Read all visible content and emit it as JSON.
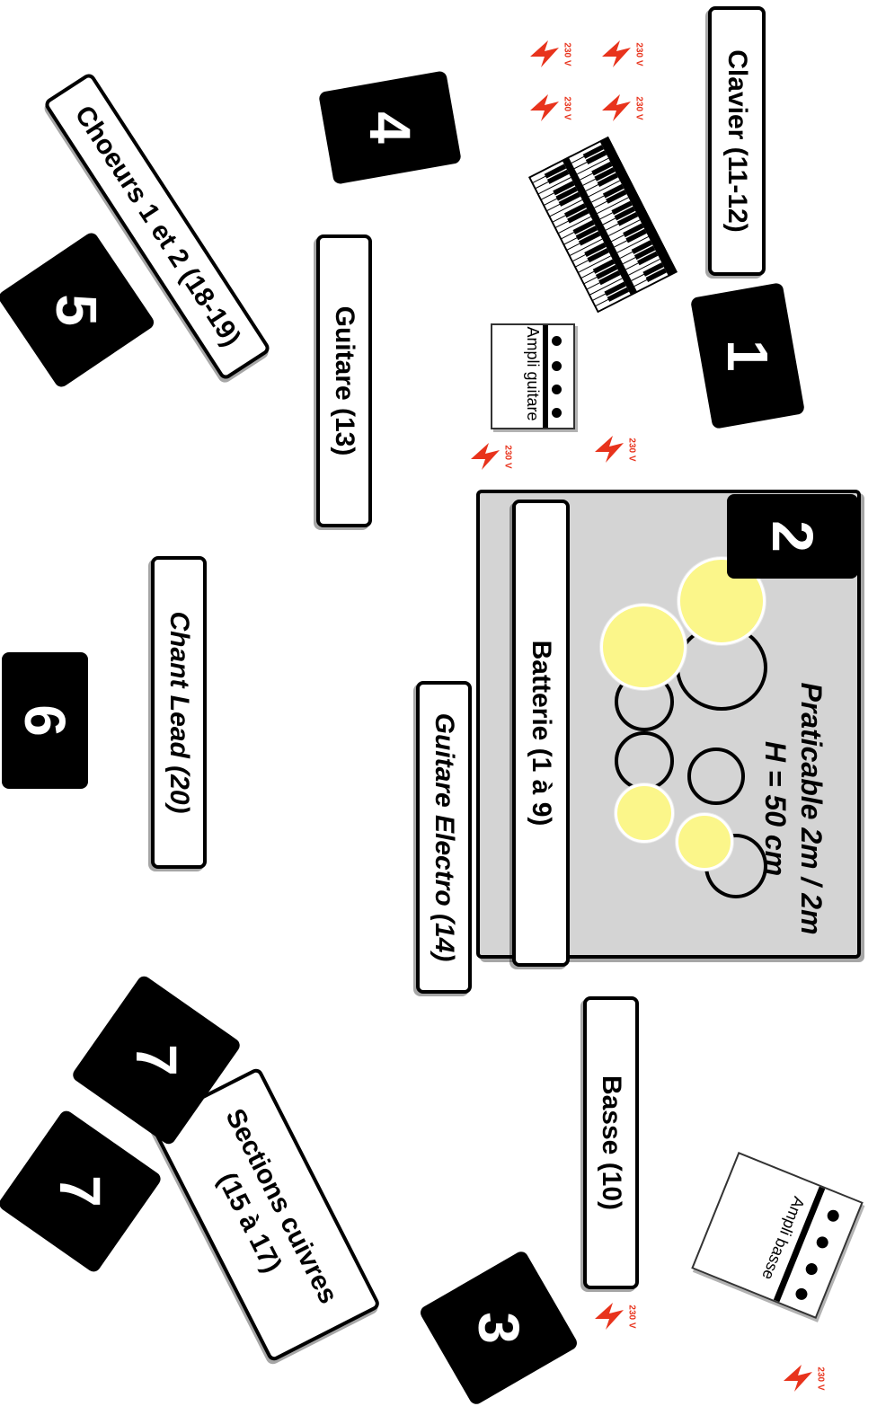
{
  "labels": {
    "clavier": "Clavier (11-12)",
    "choeurs": "Choeurs 1 et 2 (18-19)",
    "guitare": "Guitare (13)",
    "chant_lead": "Chant Lead (20)",
    "guitare_electro": "Guitare Electro (14)",
    "batterie": "Batterie (1 à 9)",
    "basse": "Basse (10)",
    "sections_line1": "Sections cuivres",
    "sections_line2": "(15 à 17)"
  },
  "riser": {
    "line1": "Praticable 2m / 2m",
    "line2": "H = 50 cm"
  },
  "wedges": {
    "w1": "1",
    "w2": "2",
    "w3": "3",
    "w4": "4",
    "w5": "5",
    "w6": "6",
    "w7a": "7",
    "w7b": "7"
  },
  "amps": {
    "guitar": "Ampli guitare",
    "bass": "Ampli basse"
  },
  "power": {
    "label": "230 V",
    "color": "#e8331c"
  },
  "colors": {
    "riser": "#d4d4d4",
    "cymbal": "#fbf68a",
    "wedge": "#000000"
  },
  "icons": [
    "power-outlet-icon",
    "keyboard-icon",
    "drum-icon",
    "cymbal-icon",
    "amplifier-icon"
  ]
}
